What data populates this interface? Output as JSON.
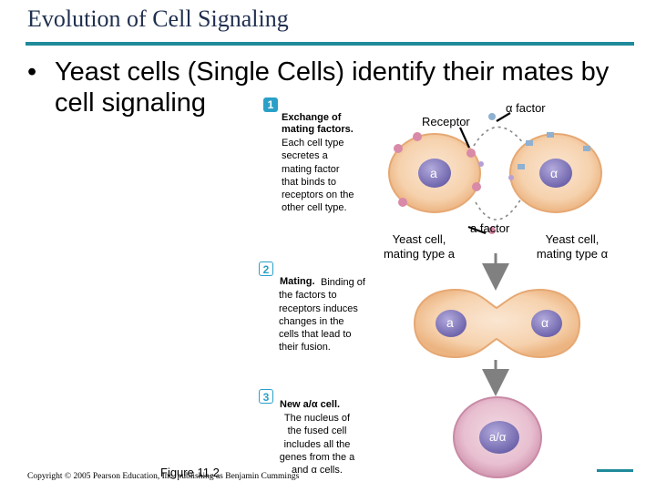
{
  "title": "Evolution of Cell Signaling",
  "bullet": {
    "dot": "•",
    "text": "Yeast cells (Single Cells) identify their mates by cell signaling"
  },
  "steps": [
    {
      "number": "1",
      "heading": "Exchange of mating factors.",
      "body": "Each cell type secretes a mating factor that binds to receptors on the other cell type."
    },
    {
      "number": "2",
      "heading": "Mating.",
      "body": "Binding of the factors to receptors induces changes in the cells that lead to their fusion."
    },
    {
      "number": "3",
      "heading": "New a/α cell.",
      "body": "The nucleus of the fused cell includes all the genes from the a and α cells."
    }
  ],
  "diagram": {
    "alpha_factor_top": "α factor",
    "receptor": "Receptor",
    "a_factor": "a factor",
    "cell_a_label": "a",
    "cell_alpha_label": "α",
    "yeast_a_line1": "Yeast cell,",
    "yeast_a_line2": "mating type a",
    "yeast_alpha_line1": "Yeast cell,",
    "yeast_alpha_line2": "mating type α",
    "fused_a_label": "a",
    "fused_alpha_label": "α",
    "new_cell_label": "a/α"
  },
  "footer": {
    "copyright": "Copyright © 2005 Pearson Education, Inc. publishing as Benjamin Cummings",
    "figure": "Figure 11.2"
  },
  "colors": {
    "title": "#1f2f4f",
    "accent": "#1f8a9a",
    "cell_outer": "#f3c79a",
    "cell_inner": "#f8dcc0",
    "nucleus": "#8d84c4",
    "receptor": "#d88aa8",
    "arrow": "#7f7f7f"
  }
}
